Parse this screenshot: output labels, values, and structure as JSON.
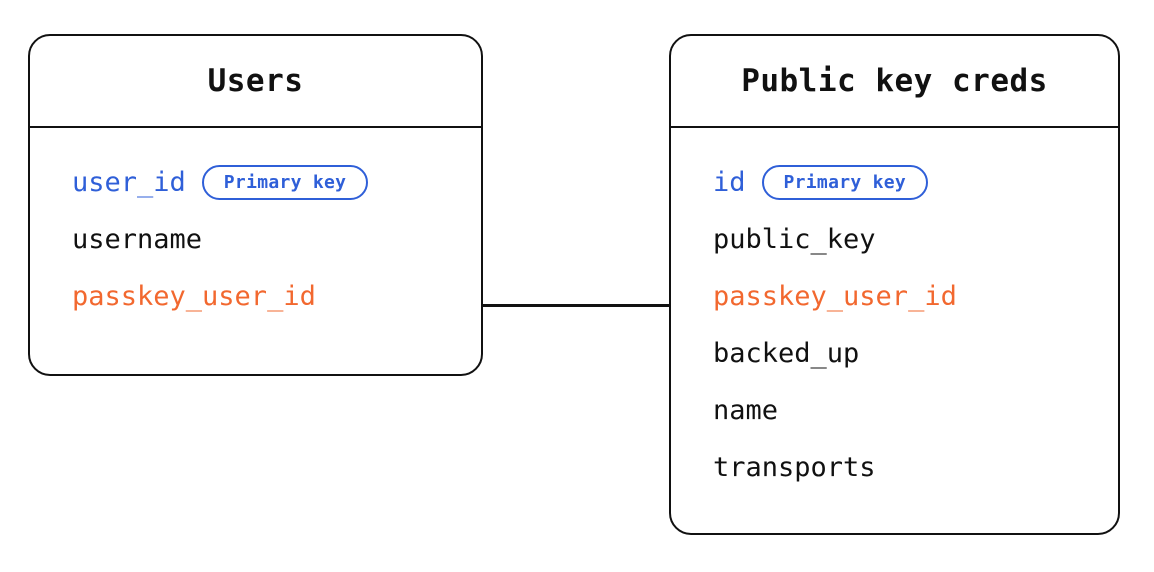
{
  "diagram": {
    "type": "entity-relationship",
    "background_color": "#ffffff",
    "colors": {
      "border": "#111111",
      "primary_key": "#2f5fd8",
      "foreign_key": "#f2682f",
      "text": "#111111"
    },
    "entities": [
      {
        "id": "users",
        "title": "Users",
        "attributes": [
          {
            "name": "user_id",
            "role": "key",
            "badge": "Primary key"
          },
          {
            "name": "username",
            "role": "plain",
            "badge": null
          },
          {
            "name": "passkey_user_id",
            "role": "fk",
            "badge": null
          }
        ]
      },
      {
        "id": "public_key_creds",
        "title": "Public key creds",
        "attributes": [
          {
            "name": "id",
            "role": "key",
            "badge": "Primary key"
          },
          {
            "name": "public_key",
            "role": "plain",
            "badge": null
          },
          {
            "name": "passkey_user_id",
            "role": "fk",
            "badge": null
          },
          {
            "name": "backed_up",
            "role": "plain",
            "badge": null
          },
          {
            "name": "name",
            "role": "plain",
            "badge": null
          },
          {
            "name": "transports",
            "role": "plain",
            "badge": null
          }
        ]
      }
    ],
    "relationships": [
      {
        "id": "users-to-public-key-creds",
        "from": "users",
        "to": "public_key_creds",
        "via": "passkey_user_id",
        "style": "solid-line"
      }
    ]
  }
}
